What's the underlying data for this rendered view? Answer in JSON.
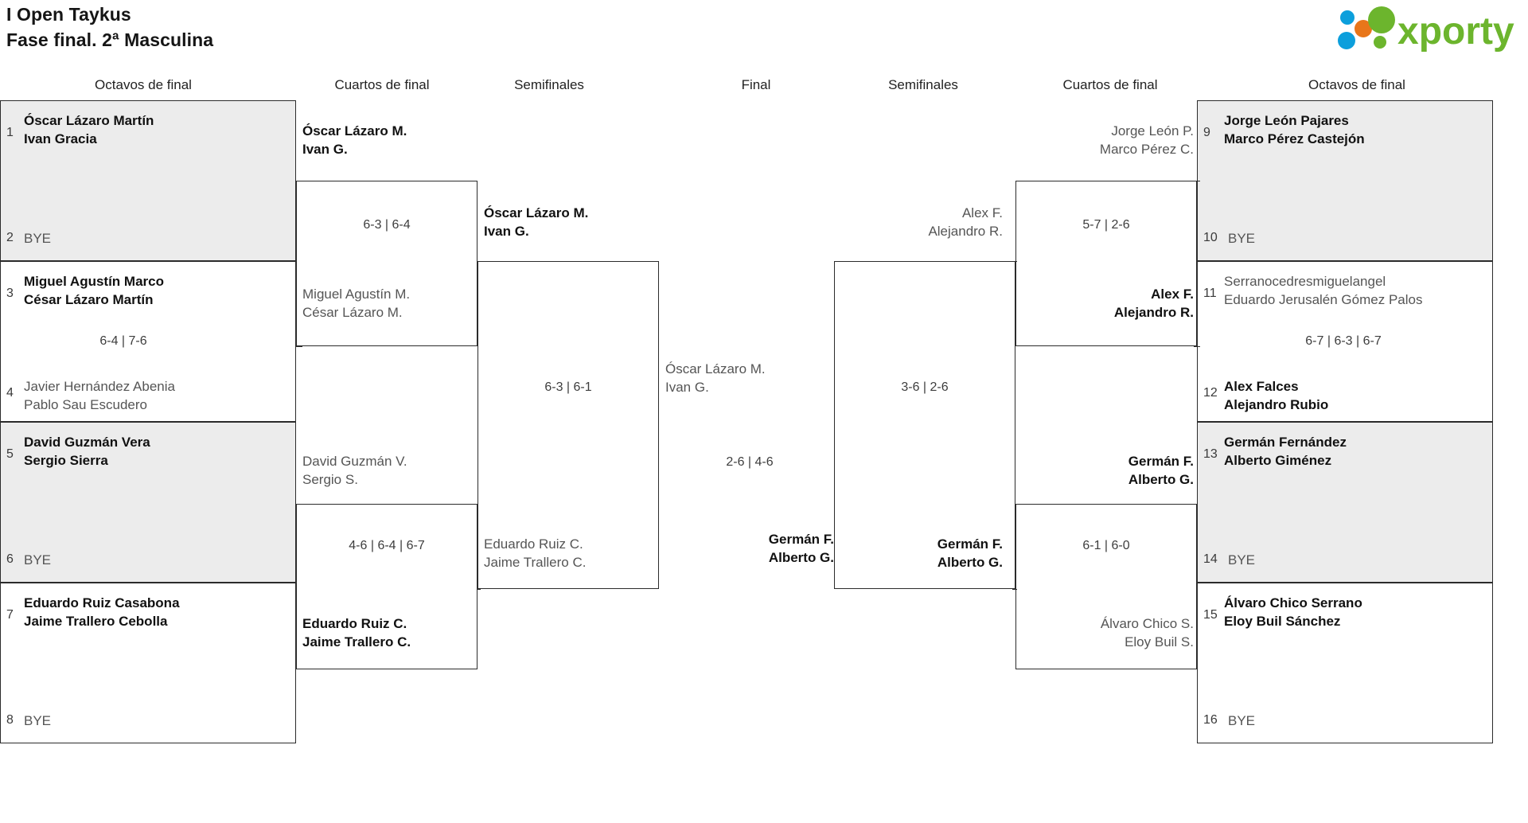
{
  "header": {
    "title_line1": "I Open Taykus",
    "title_line2": "Fase final. 2ª Masculina",
    "logo_text": "xporty",
    "logo_colors": {
      "green": "#6cb52d",
      "blue": "#0c9fdc",
      "orange": "#e8761a"
    }
  },
  "round_headers": {
    "left_r16": "Octavos de final",
    "left_qf": "Cuartos de final",
    "left_sf": "Semifinales",
    "final": "Final",
    "right_sf": "Semifinales",
    "right_qf": "Cuartos de final",
    "right_r16": "Octavos de final"
  },
  "left": {
    "r16": [
      {
        "seed": "1",
        "line1": "Óscar Lázaro Martín",
        "line2": "Ivan Gracia",
        "result": "win",
        "bye": false
      },
      {
        "seed": "2",
        "line1": "BYE",
        "line2": "",
        "result": "bye",
        "bye": true
      },
      {
        "seed": "3",
        "line1": "Miguel Agustín Marco",
        "line2": "César Lázaro Martín",
        "result": "win",
        "bye": false
      },
      {
        "seed": "4",
        "line1": "Javier Hernández Abenia",
        "line2": "Pablo Sau Escudero",
        "result": "lose",
        "bye": false
      },
      {
        "seed": "5",
        "line1": "David Guzmán Vera",
        "line2": "Sergio Sierra",
        "result": "win",
        "bye": false
      },
      {
        "seed": "6",
        "line1": "BYE",
        "line2": "",
        "result": "bye",
        "bye": true
      },
      {
        "seed": "7",
        "line1": "Eduardo Ruiz Casabona",
        "line2": "Jaime Trallero Cebolla",
        "result": "win",
        "bye": false
      },
      {
        "seed": "8",
        "line1": "BYE",
        "line2": "",
        "result": "bye",
        "bye": true
      }
    ],
    "r16_scores": [
      "",
      "6-4 | 7-6",
      "",
      ""
    ],
    "qf": [
      {
        "line1": "Óscar Lázaro M.",
        "line2": "Ivan G.",
        "result": "win"
      },
      {
        "line1": "Miguel Agustín M.",
        "line2": "César Lázaro M.",
        "result": "lose"
      },
      {
        "line1": "David Guzmán V.",
        "line2": "Sergio S.",
        "result": "lose"
      },
      {
        "line1": "Eduardo Ruiz C.",
        "line2": "Jaime Trallero C.",
        "result": "win"
      }
    ],
    "qf_scores": [
      "6-3 | 6-4",
      "4-6 | 6-4 | 6-7"
    ],
    "sf": [
      {
        "line1": "Óscar Lázaro M.",
        "line2": "Ivan G.",
        "result": "win"
      },
      {
        "line1": "Eduardo Ruiz C.",
        "line2": "Jaime Trallero C.",
        "result": "lose"
      }
    ],
    "sf_scores": [
      "6-3 | 6-1"
    ]
  },
  "final": {
    "top": {
      "line1": "Óscar Lázaro M.",
      "line2": "Ivan G.",
      "result": "lose"
    },
    "bottom": {
      "line1": "Germán F.",
      "line2": "Alberto G.",
      "result": "win"
    },
    "score": "2-6 | 4-6"
  },
  "right": {
    "sf": [
      {
        "line1": "Alex F.",
        "line2": "Alejandro R.",
        "result": "lose"
      },
      {
        "line1": "Germán F.",
        "line2": "Alberto G.",
        "result": "win"
      }
    ],
    "sf_scores": [
      "3-6 | 2-6"
    ],
    "qf": [
      {
        "line1": "Jorge León P.",
        "line2": "Marco Pérez C.",
        "result": "lose"
      },
      {
        "line1": "Alex F.",
        "line2": "Alejandro R.",
        "result": "win"
      },
      {
        "line1": "Germán F.",
        "line2": "Alberto G.",
        "result": "win"
      },
      {
        "line1": "Álvaro Chico S.",
        "line2": "Eloy Buil S.",
        "result": "lose"
      }
    ],
    "qf_scores": [
      "5-7 | 2-6",
      "6-1 | 6-0"
    ],
    "r16": [
      {
        "seed": "9",
        "line1": "Jorge León Pajares",
        "line2": "Marco Pérez Castejón",
        "result": "win",
        "bye": false
      },
      {
        "seed": "10",
        "line1": "BYE",
        "line2": "",
        "result": "bye",
        "bye": true
      },
      {
        "seed": "11",
        "line1": "Serranocedresmiguelangel",
        "line2": "Eduardo Jerusalén Gómez Palos",
        "result": "lose",
        "bye": false
      },
      {
        "seed": "12",
        "line1": "Alex Falces",
        "line2": "Alejandro Rubio",
        "result": "win",
        "bye": false
      },
      {
        "seed": "13",
        "line1": "Germán Fernández",
        "line2": "Alberto Giménez",
        "result": "win",
        "bye": false
      },
      {
        "seed": "14",
        "line1": "BYE",
        "line2": "",
        "result": "bye",
        "bye": true
      },
      {
        "seed": "15",
        "line1": "Álvaro Chico Serrano",
        "line2": "Eloy Buil Sánchez",
        "result": "win",
        "bye": false
      },
      {
        "seed": "16",
        "line1": "BYE",
        "line2": "",
        "result": "bye",
        "bye": true
      }
    ],
    "r16_scores": [
      "",
      "6-7 | 6-3 | 6-7",
      "",
      ""
    ]
  }
}
